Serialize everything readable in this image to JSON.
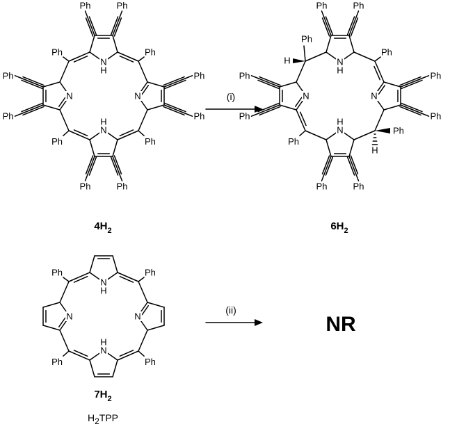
{
  "reactions": [
    {
      "reactant": {
        "label_main": "4H",
        "label_sub": "2"
      },
      "condition": "(i)",
      "product": {
        "label_main": "6H",
        "label_sub": "2"
      }
    },
    {
      "reactant": {
        "label_main": "7H",
        "label_sub": "2",
        "alias_prefix": "H",
        "alias_sub": "2",
        "alias_suffix": "TPP"
      },
      "condition": "(ii)",
      "product_text": "NR"
    }
  ],
  "atoms": {
    "phenyl": "Ph",
    "nitrogen": "N",
    "hydrogen": "H"
  }
}
